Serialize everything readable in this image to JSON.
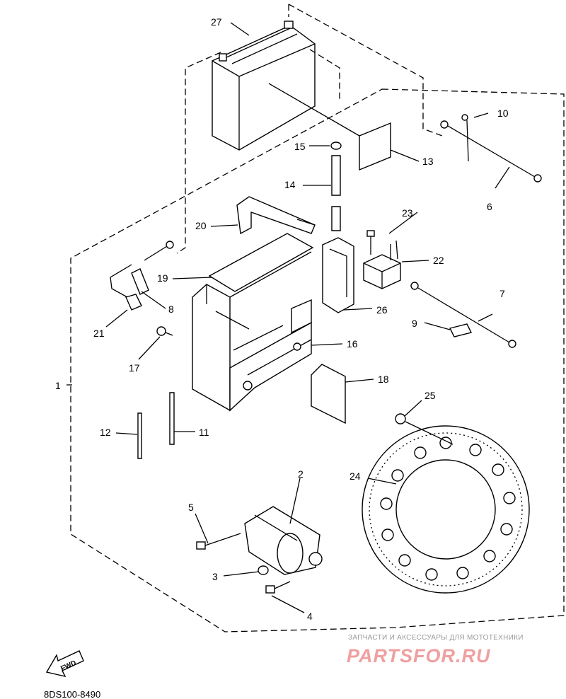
{
  "diagram": {
    "drawing_code": "8DS100-8490",
    "fwd_label": "FWD",
    "watermark": {
      "caption": "ЗАПЧАСТИ И АКСЕССУАРЫ ДЛЯ МОТОТЕХНИКИ",
      "site": "PARTSFOR.RU"
    },
    "callouts": [
      "1",
      "2",
      "3",
      "4",
      "5",
      "6",
      "7",
      "8",
      "9",
      "10",
      "11",
      "12",
      "13",
      "14",
      "15",
      "16",
      "17",
      "18",
      "19",
      "20",
      "21",
      "22",
      "23",
      "24",
      "25",
      "26",
      "27"
    ]
  }
}
